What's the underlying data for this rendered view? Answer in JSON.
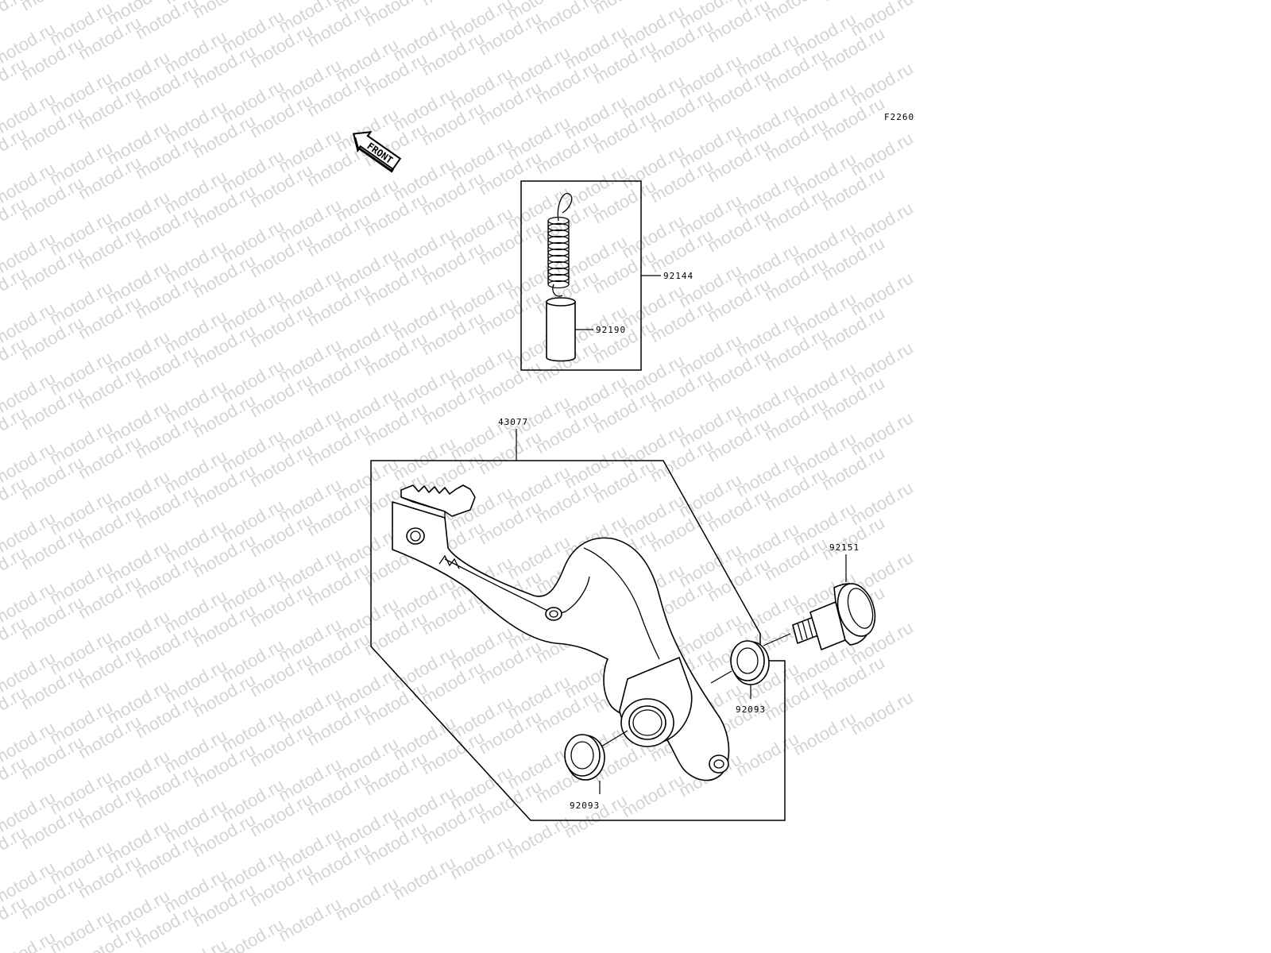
{
  "watermark": {
    "text": "motod.ru"
  },
  "figure_code": "F2260",
  "front_arrow": {
    "label": "FRONT",
    "icon": "front-direction-arrow-icon"
  },
  "callouts": {
    "spring_kit": "92144",
    "collar": "92190",
    "brake_pedal": "43077",
    "shaft": "92151",
    "seal_upper": "92093",
    "seal_lower": "92093"
  }
}
